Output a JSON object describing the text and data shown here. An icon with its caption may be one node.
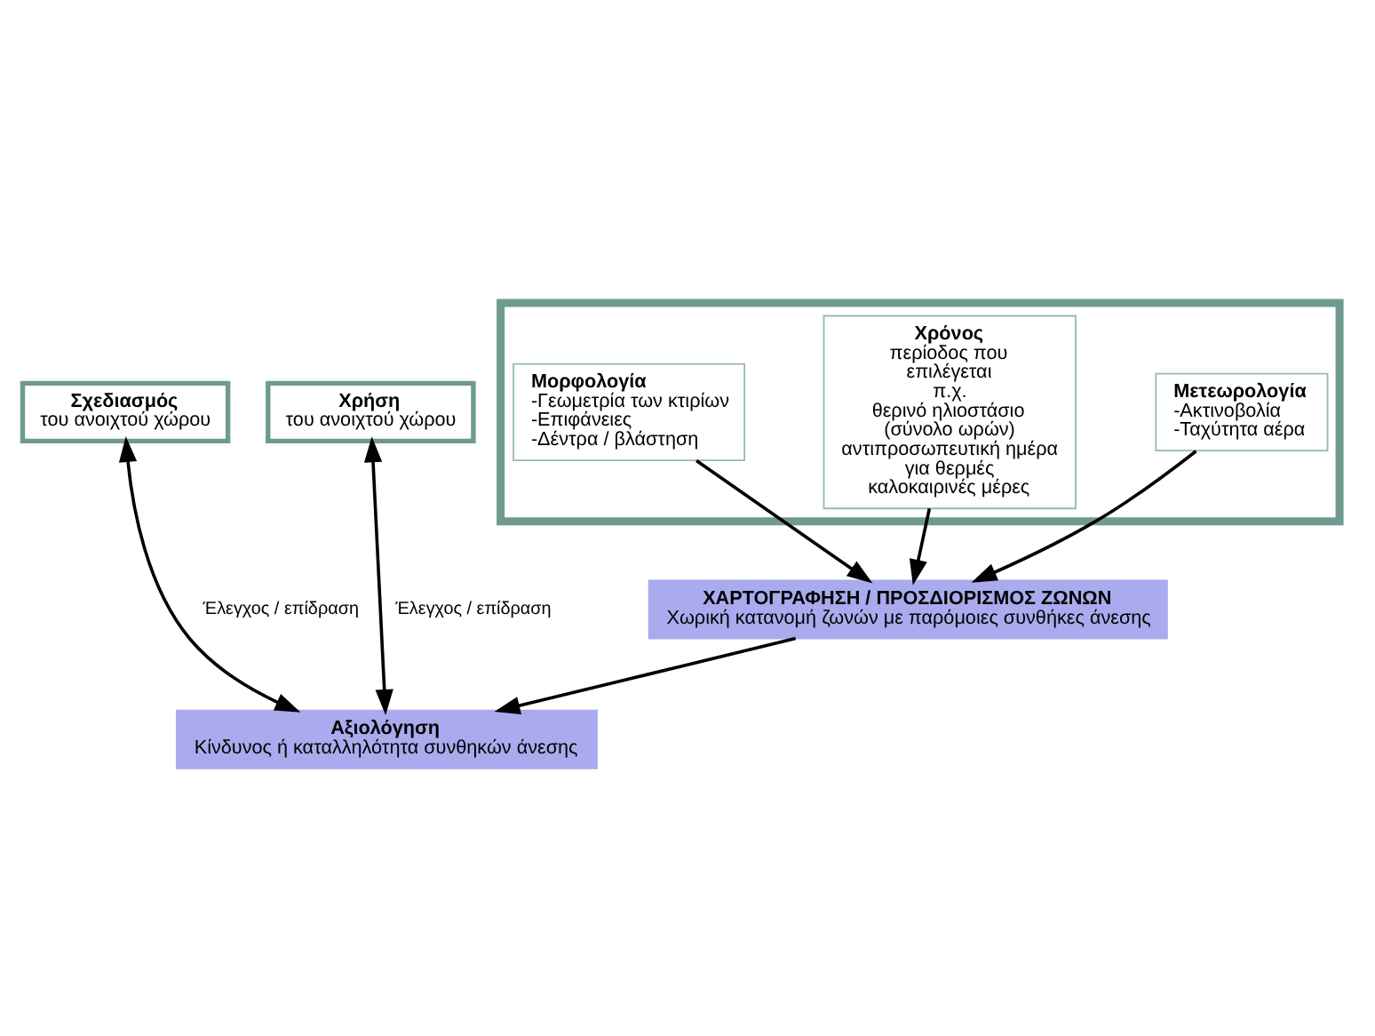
{
  "diagram": {
    "nodes": [
      {
        "text": [],
        "shape": "box"
      },
      {
        "text": [
          "Μορφολογία",
          "-Γεωμετρία των κτιρίων",
          "-Επιφάνειες",
          "-Δέντρα / βλάστηση"
        ],
        "in": 0
      },
      {
        "text": [
          "Χρόνος",
          "περίοδος που επιλέγεται",
          "π.χ.",
          "θερινό ηλιοστάσιο (σύνολο ωρών) αντιπροσωπευτική ημέρα για θερμές καλοκαιρινές μέρες"
        ],
        "in": 0
      },
      {
        "text": [
          "Μετεωρολογία",
          "-Ακτινοβολία",
          "-Ταχύτητα αέρα"
        ],
        "in": 0
      },
      {
        "text": [
          "Σχεδιασμός",
          "του ανοιχτού χώρου"
        ]
      },
      {
        "text": [
          "Χρήση",
          "του ανοιχτού χώρου"
        ]
      },
      {
        "text": [
          "ΧΑΡΤΟΓΡΑΦΗΣΗ / ΠΡΟΣΔΙΟΡΙΣΜΟΣ ΖΩΝΩΝ",
          "Χωρική κατανομή ζωνών με παρόμοιες συνθήκες άνεσης"
        ]
      },
      {
        "text": [
          "Αξιολόγηση",
          "Κίνδυνος ή καταλληλότητα συνθηκών άνεσης"
        ]
      }
    ],
    "edges": [
      {
        "from": 1,
        "to": 6,
        "arrow": "to"
      },
      {
        "from": 2,
        "to": 6,
        "arrow": "to"
      },
      {
        "from": 3,
        "to": 6,
        "arrow": "to"
      },
      {
        "from": 6,
        "to": 7,
        "arrow": "to"
      },
      {
        "from": 4,
        "to": 7,
        "arrow": "both",
        "label": "Έλεγχος / επίδραση"
      },
      {
        "from": 5,
        "to": 7,
        "arrow": "both",
        "label": "Έλεγχος / επίδραση"
      }
    ]
  }
}
